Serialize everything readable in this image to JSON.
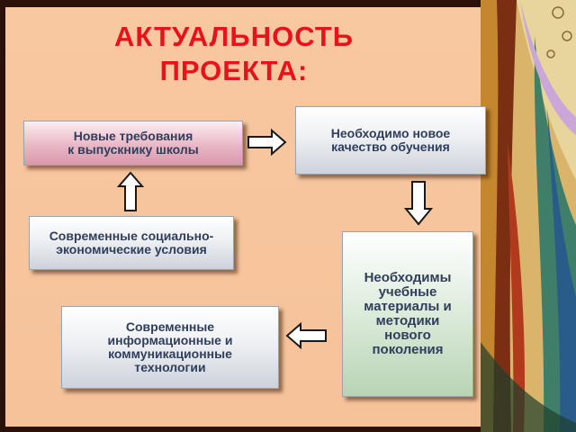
{
  "title": {
    "line1": "АКТУАЛЬНОСТЬ",
    "line2": "ПРОЕКТА:"
  },
  "boxes": {
    "requirements": {
      "line1": "Новые требования",
      "line2": "к выпускнику школы"
    },
    "quality": {
      "line1": "Необходимо новое",
      "line2": "качество обучения"
    },
    "conditions": {
      "line1": "Современные социально-",
      "line2": "экономические условия"
    },
    "materials": {
      "line1": "Необходимы",
      "line2": "учебные",
      "line3": "материалы и",
      "line4": "методики",
      "line5": "нового",
      "line6": "поколения"
    },
    "technologies": {
      "line1": "Современные",
      "line2": "информационные и",
      "line3": "коммуникационные",
      "line4": "технологии"
    }
  },
  "colors": {
    "title": "#e8121a",
    "background": "#f8c8a0",
    "box_text": "#2f3e5c"
  }
}
